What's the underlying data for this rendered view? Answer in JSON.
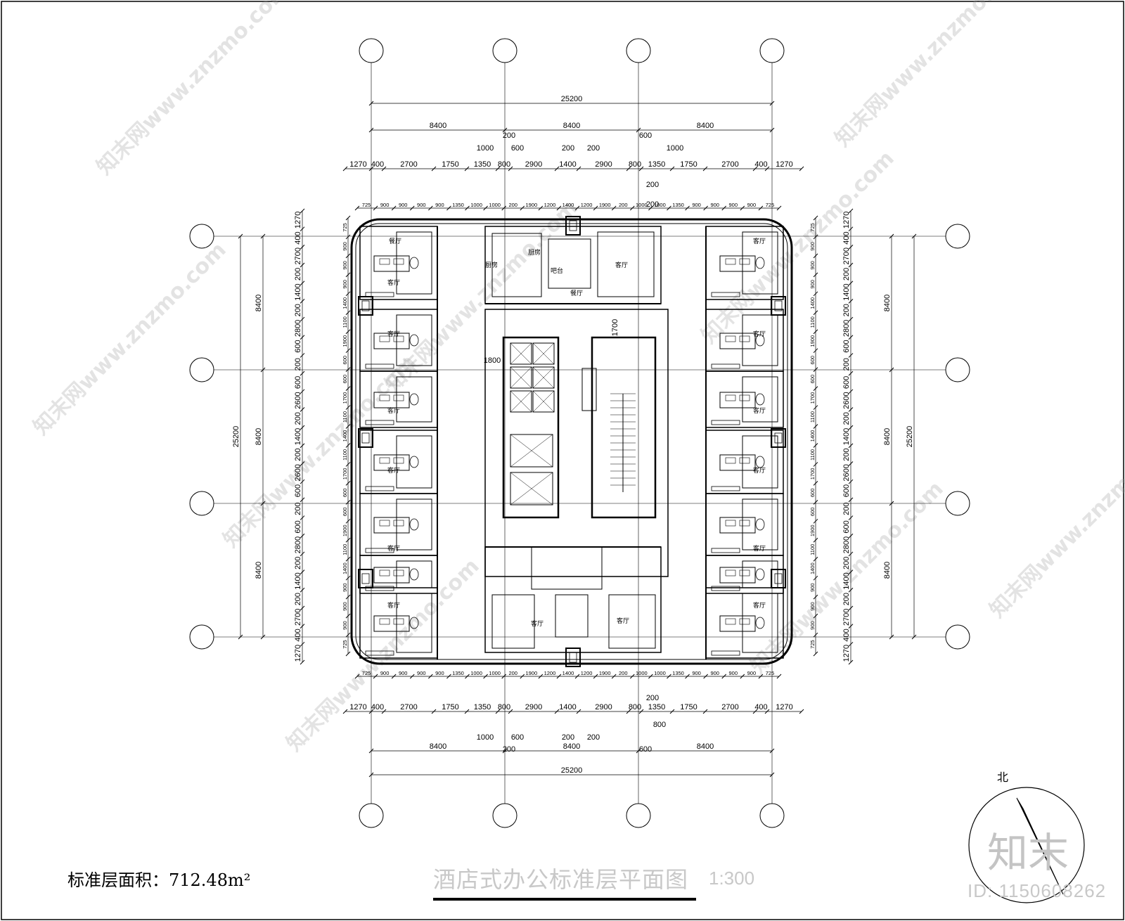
{
  "drawing": {
    "title": "酒店式办公标准层平面图",
    "scale": "1:300",
    "area_label": "标准层面积：712.48m²",
    "north_label": "北",
    "brand_logo": "知末",
    "image_id": "ID: 1150608262",
    "watermark_text": "知末网www.znzmo.com"
  },
  "dimensions": {
    "overall": "25200",
    "bays": [
      "8400",
      "8400",
      "8400"
    ],
    "top_chain_1": [
      "1270",
      "400",
      "2700",
      "1750",
      "1350",
      "800",
      "2900",
      "1400",
      "2900",
      "800",
      "1350",
      "1750",
      "2700",
      "400",
      "1270"
    ],
    "top_chain_2": [
      "1000",
      "600",
      "200",
      "200",
      "200",
      "1000"
    ],
    "fine_top": [
      "725",
      "900",
      "900",
      "900",
      "900",
      "1350",
      "1000",
      "1000",
      "200",
      "1900",
      "1200",
      "1400",
      "1200",
      "1900",
      "200",
      "1000",
      "1000",
      "1350",
      "900",
      "900",
      "900",
      "900",
      "725"
    ],
    "side_chain": [
      "1270",
      "400",
      "2700",
      "200",
      "1400",
      "200",
      "2800",
      "600",
      "200",
      "600",
      "2600",
      "200",
      "1400",
      "200",
      "2600",
      "600",
      "200",
      "600",
      "2800",
      "200",
      "1400",
      "200",
      "2700",
      "400",
      "1270"
    ],
    "fine_side": [
      "725",
      "900",
      "900",
      "900",
      "1400",
      "1100",
      "1900",
      "600",
      "600",
      "1700",
      "1100",
      "1400",
      "1100",
      "1700",
      "600",
      "600",
      "1900",
      "1100",
      "1400",
      "900",
      "900",
      "900",
      "725"
    ],
    "core_widths": [
      "1800",
      "1700"
    ],
    "core_note": "200"
  },
  "rooms": {
    "living": "客厅",
    "dining": "餐厅",
    "kitchen": "厨房",
    "bar": "吧台"
  },
  "grid": {
    "columns": 4,
    "rows": 4
  }
}
